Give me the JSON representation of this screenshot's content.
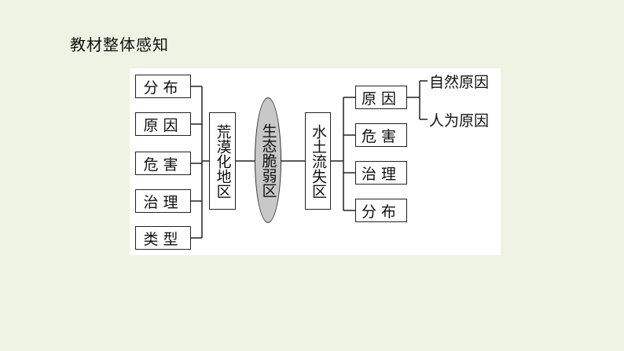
{
  "heading": "教材整体感知",
  "left_items": [
    "分布",
    "原因",
    "危害",
    "治理",
    "类型"
  ],
  "left_center": "荒漠化地区",
  "center": "生态脆弱区",
  "right_center": "水土流失区",
  "right_items": [
    "原因",
    "危害",
    "治理",
    "分布"
  ],
  "cause_branches": [
    "自然原因",
    "人为原因"
  ]
}
